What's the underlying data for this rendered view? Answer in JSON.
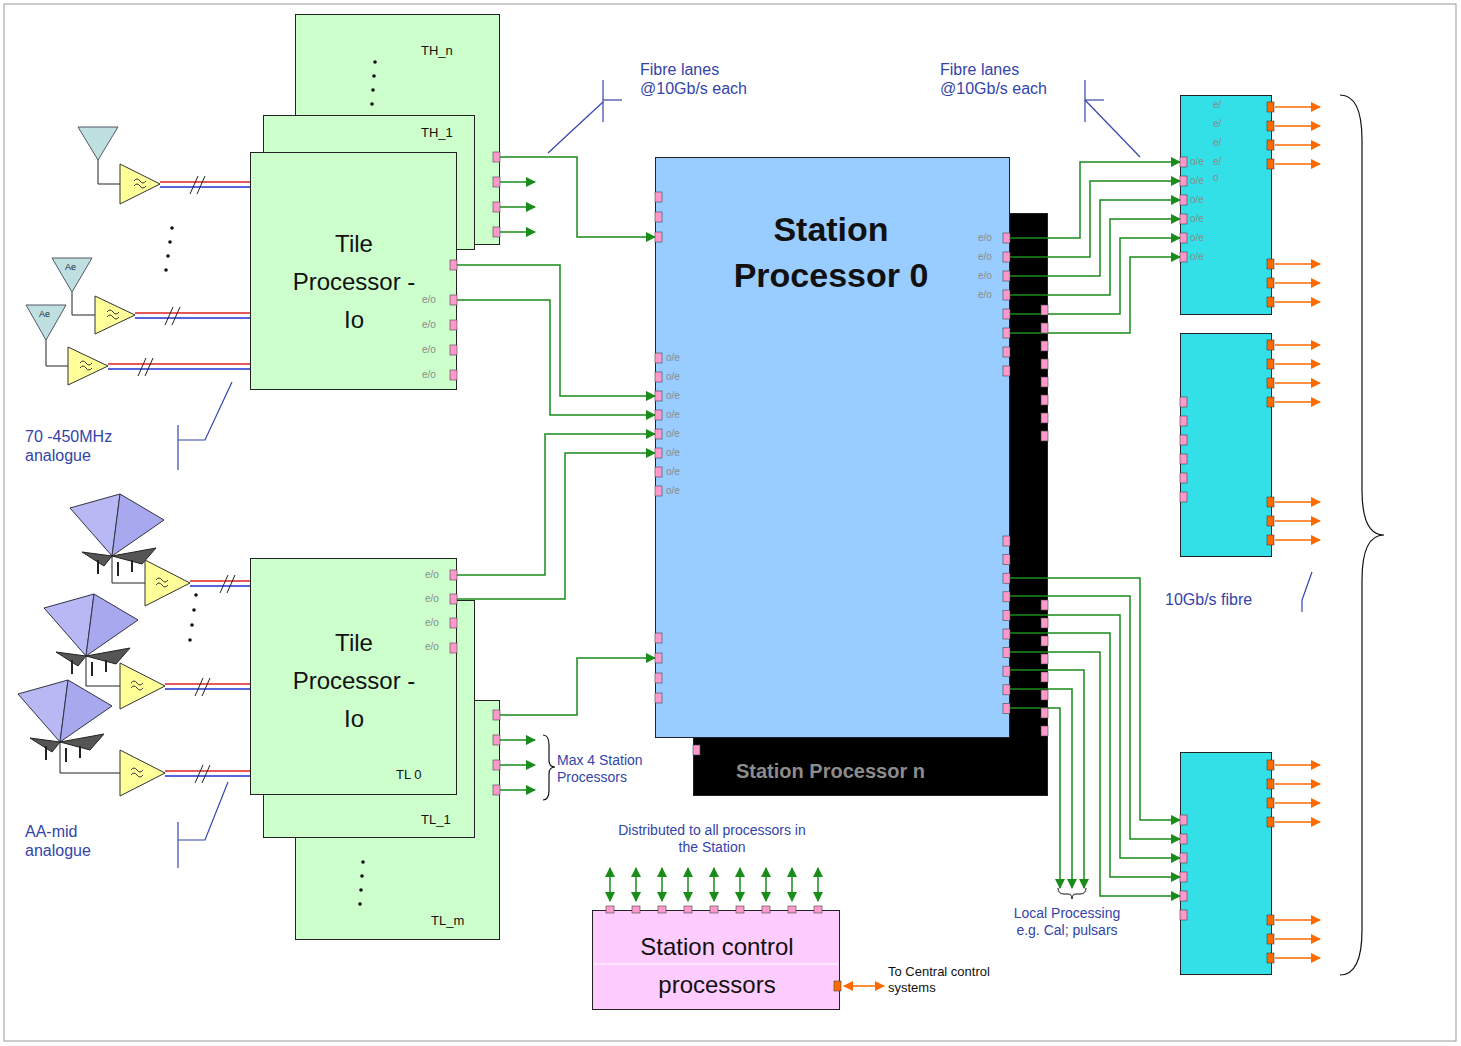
{
  "diagram": {
    "nodes": [
      {
        "text": [
          "TH_n"
        ]
      },
      {
        "text": [
          "TH_1"
        ]
      },
      {
        "text": [
          "Tile Processor - Io"
        ]
      },
      {
        "text": [
          "Station Processor 0"
        ]
      },
      {
        "text": [
          "Station Processor n"
        ]
      },
      {
        "text": [
          "Tile Processor - Io",
          "TL 0"
        ]
      },
      {
        "text": [
          "TL_1"
        ]
      },
      {
        "text": [
          "TL_m"
        ]
      },
      {
        "text": [
          "Station control processors"
        ]
      },
      {
        "text": []
      },
      {
        "text": []
      },
      {
        "text": []
      }
    ],
    "edges": [
      {
        "from": 0,
        "to": 3,
        "arrow": "to"
      },
      {
        "from": 2,
        "to": 3,
        "arrow": "to"
      },
      {
        "from": 2,
        "to": 3,
        "arrow": "to"
      },
      {
        "from": 5,
        "to": 3,
        "arrow": "to"
      },
      {
        "from": 5,
        "to": 3,
        "arrow": "to"
      },
      {
        "from": 7,
        "to": 3,
        "arrow": "to"
      },
      {
        "from": 3,
        "to": 9,
        "arrow": "to"
      },
      {
        "from": 3,
        "to": 9,
        "arrow": "to"
      },
      {
        "from": 3,
        "to": 9,
        "arrow": "to"
      },
      {
        "from": 3,
        "to": 9,
        "arrow": "to"
      },
      {
        "from": 3,
        "to": 9,
        "arrow": "to"
      },
      {
        "from": 3,
        "to": 9,
        "arrow": "to"
      },
      {
        "from": 3,
        "to": 11,
        "arrow": "to"
      },
      {
        "from": 3,
        "to": 11,
        "arrow": "to"
      },
      {
        "from": 3,
        "to": 11,
        "arrow": "to"
      },
      {
        "from": 3,
        "to": 11,
        "arrow": "to"
      },
      {
        "from": 3,
        "to": 11,
        "arrow": "to"
      }
    ],
    "labels": [
      "Fibre lanes @10Gb/s each",
      "Fibre lanes @10Gb/s each",
      "e/o",
      "e/o",
      "e/o",
      "e/o",
      "e/o",
      "e/o",
      "e/o",
      "e/o",
      "o/e",
      "o/e",
      "o/e",
      "o/e",
      "o/e",
      "o/e",
      "o/e",
      "o/e",
      "o/e",
      "o/e",
      "o/e",
      "o/e",
      "o/e",
      "o/e",
      "e/",
      "e/",
      "e/",
      "e/",
      "o",
      "Ae",
      "Ae",
      "70 -450MHz analogue",
      "e/o",
      "e/o",
      "e/o",
      "e/o",
      "Max 4 Station Processors",
      "AA-mid analogue",
      "10Gb/s fibre",
      "Distributed to all processors in the Station",
      "Local Processing e.g. Cal; pulsars",
      "To Central control systems"
    ]
  }
}
